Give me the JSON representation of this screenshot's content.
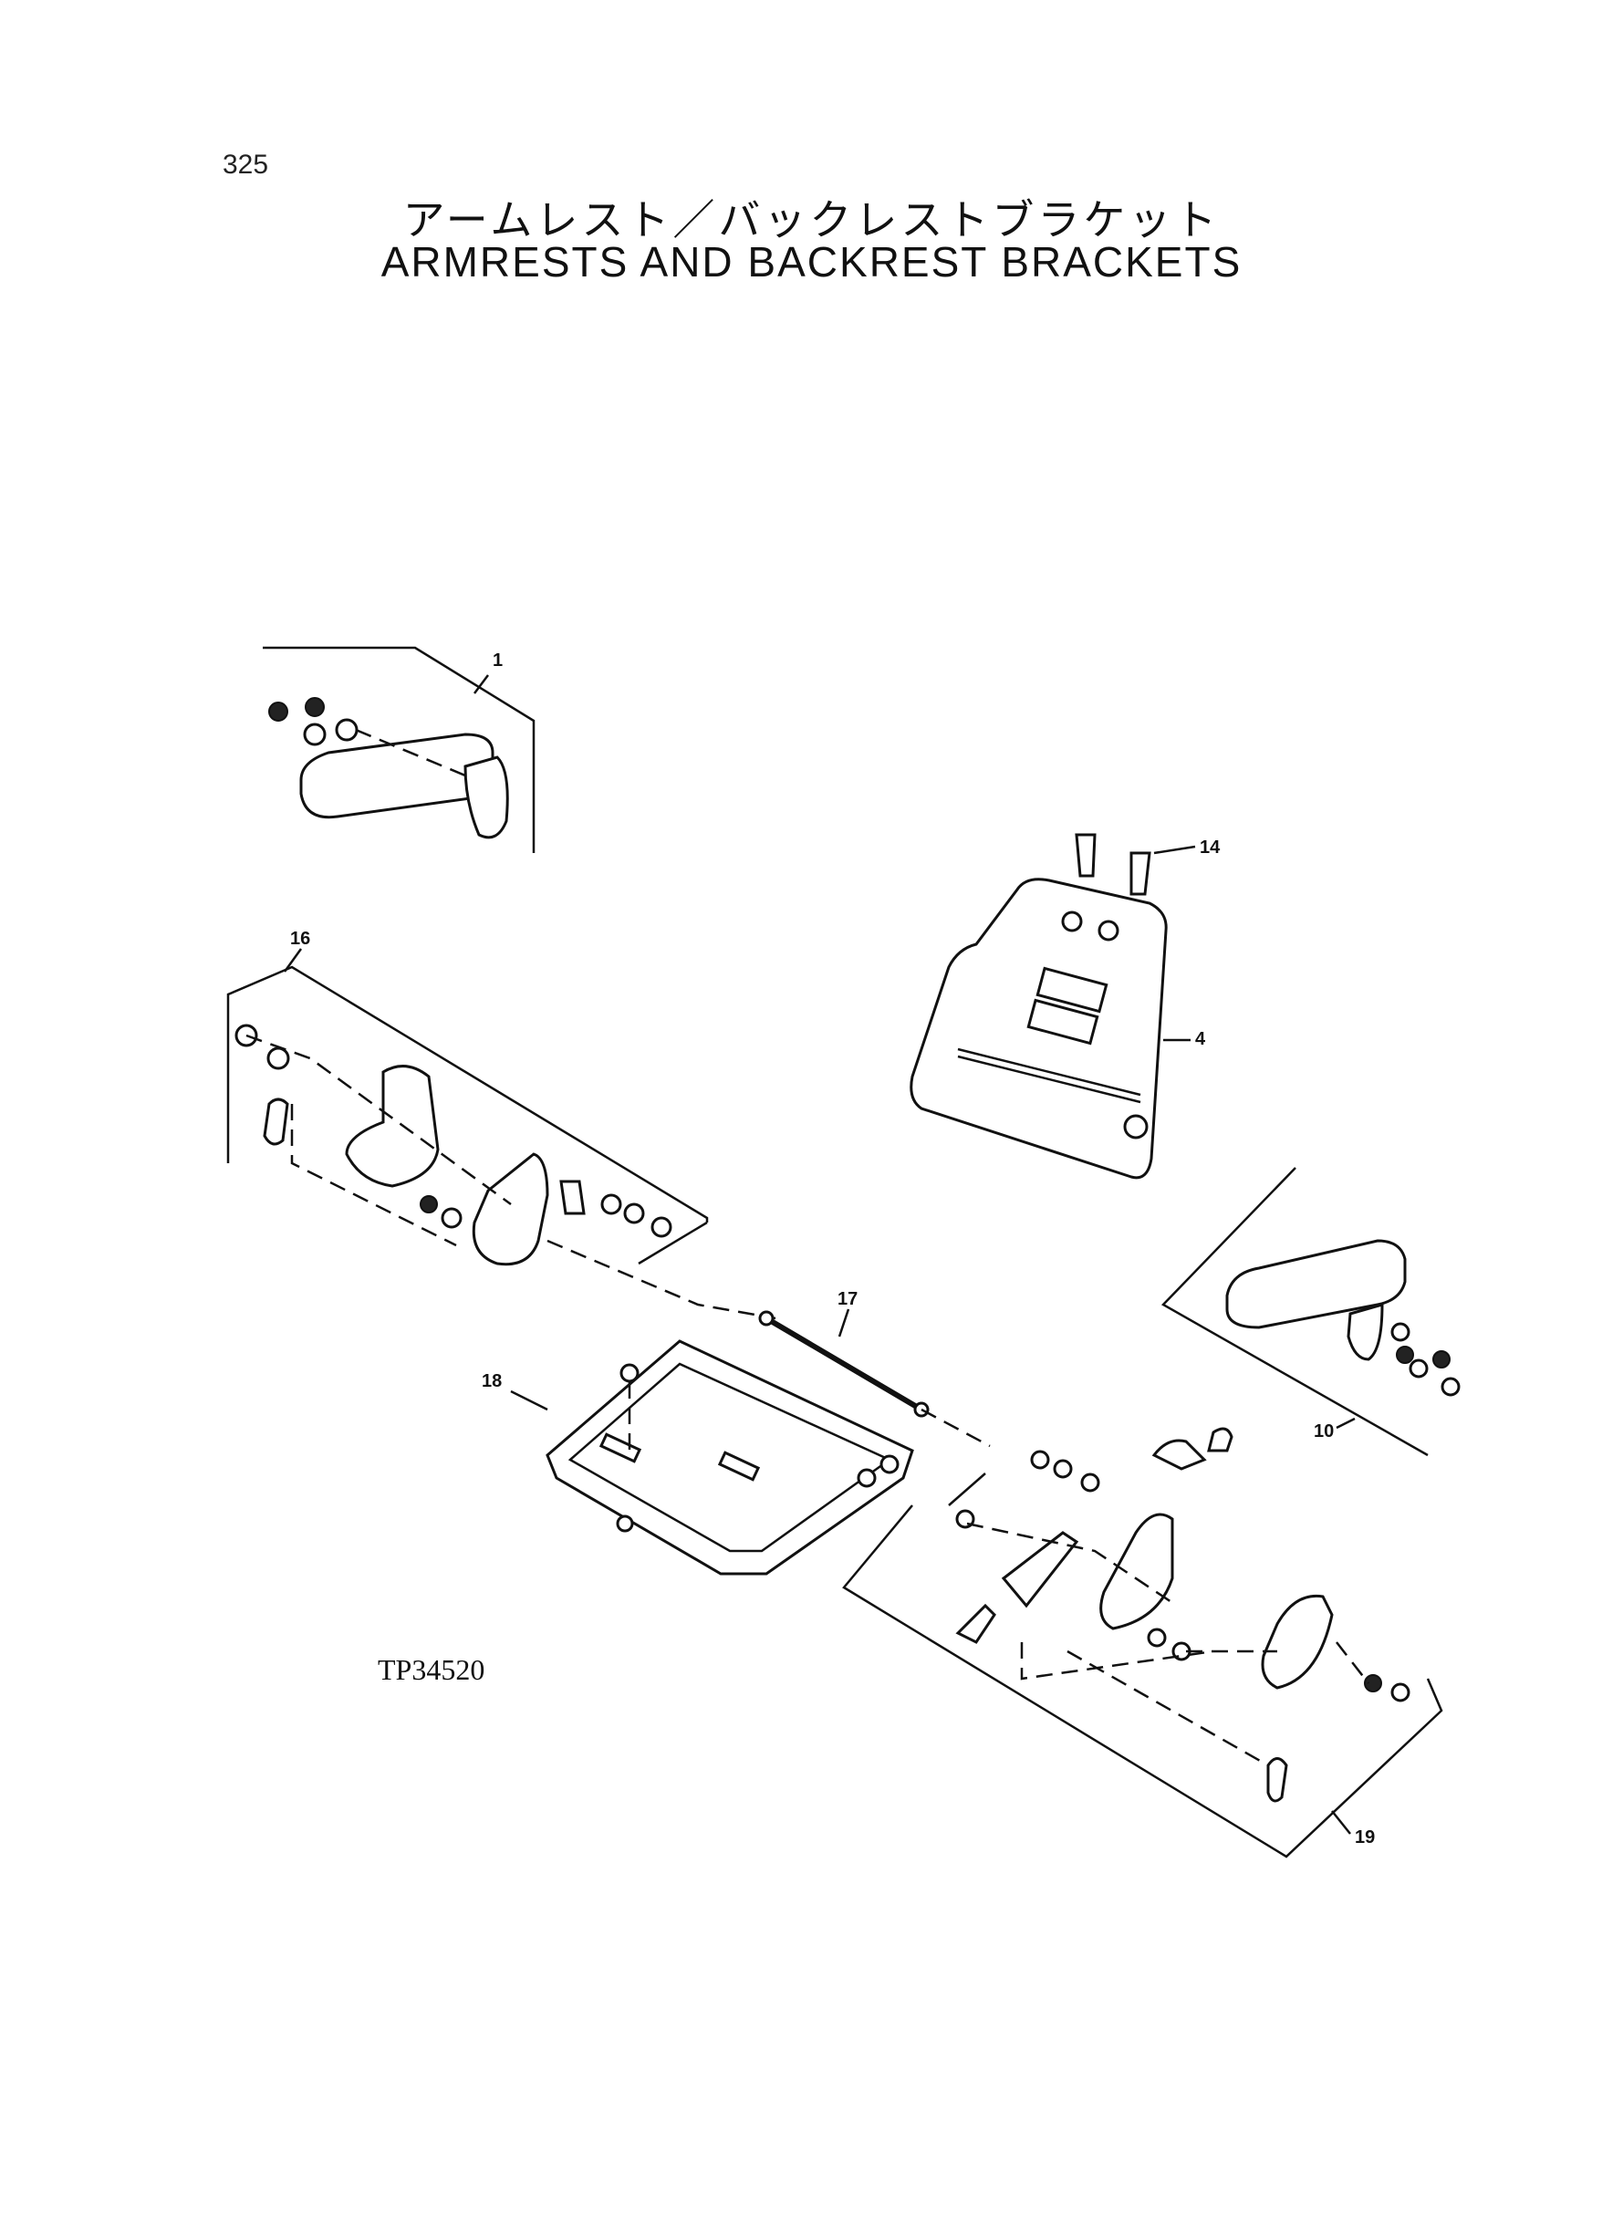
{
  "page": {
    "page_number": "325",
    "title_jp": "アームレスト／バックレストブラケット",
    "title_en": "ARMRESTS AND BACKREST BRACKETS",
    "figure_code": "TP34520"
  },
  "callouts": [
    "1",
    "14",
    "16",
    "4",
    "17",
    "18",
    "10",
    "19"
  ]
}
